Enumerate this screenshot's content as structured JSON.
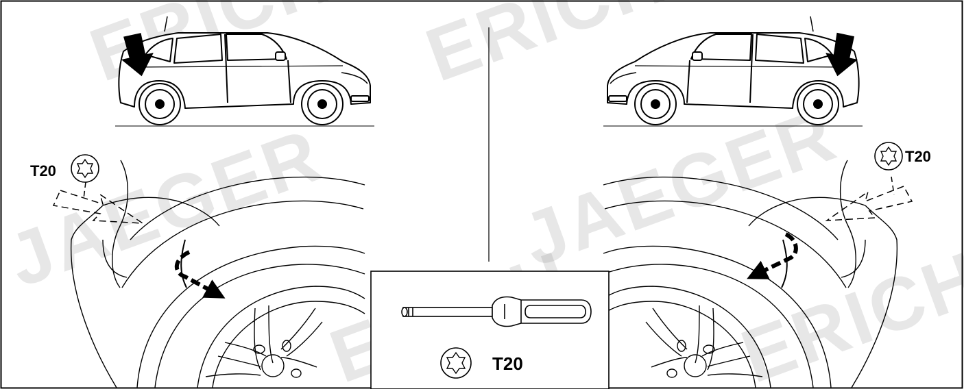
{
  "watermark": {
    "line1": "ERICH",
    "line2": "JAEGER"
  },
  "left_panel": {
    "torx_label": "T20"
  },
  "right_panel": {
    "torx_label": "T20"
  },
  "tool_box": {
    "torx_label": "T20"
  },
  "icons": {
    "car_left": "car-rear-left-view-icon",
    "car_right": "car-rear-right-view-icon",
    "torx": "torx-star-icon",
    "screwdriver": "screwdriver-icon",
    "wheel": "alloy-wheel-icon"
  },
  "colors": {
    "line": "#000000",
    "background": "#ffffff",
    "watermark": "#7a7a7a"
  }
}
